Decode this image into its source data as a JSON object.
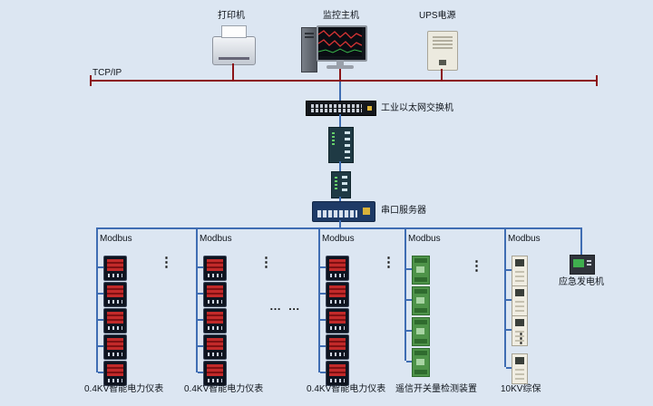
{
  "top": {
    "printer_label": "打印机",
    "monitor_label": "监控主机",
    "ups_label": "UPS电源"
  },
  "network": {
    "tcpip_label": "TCP/IP",
    "ethernet_switch_label": "工业以太网交换机",
    "serial_server_label": "串口服务器"
  },
  "buses": [
    {
      "protocol": "Modbus",
      "device_type": "0.4KV智能电力仪表"
    },
    {
      "protocol": "Modbus",
      "device_type": "0.4KV智能电力仪表"
    },
    {
      "protocol": "Modbus",
      "device_type": "0.4KV智能电力仪表"
    },
    {
      "protocol": "Modbus",
      "device_type": "遥信开关量检测装置"
    },
    {
      "protocol": "Modbus",
      "device_type": "10KV综保"
    }
  ],
  "generator": {
    "label": "应急发电机"
  },
  "ellipsis": {
    "v": "⋮",
    "h": "… …"
  },
  "colors": {
    "tcpip_bus": "#8c1418",
    "field_bus": "#3f6db3",
    "background": "#dce6f2"
  }
}
